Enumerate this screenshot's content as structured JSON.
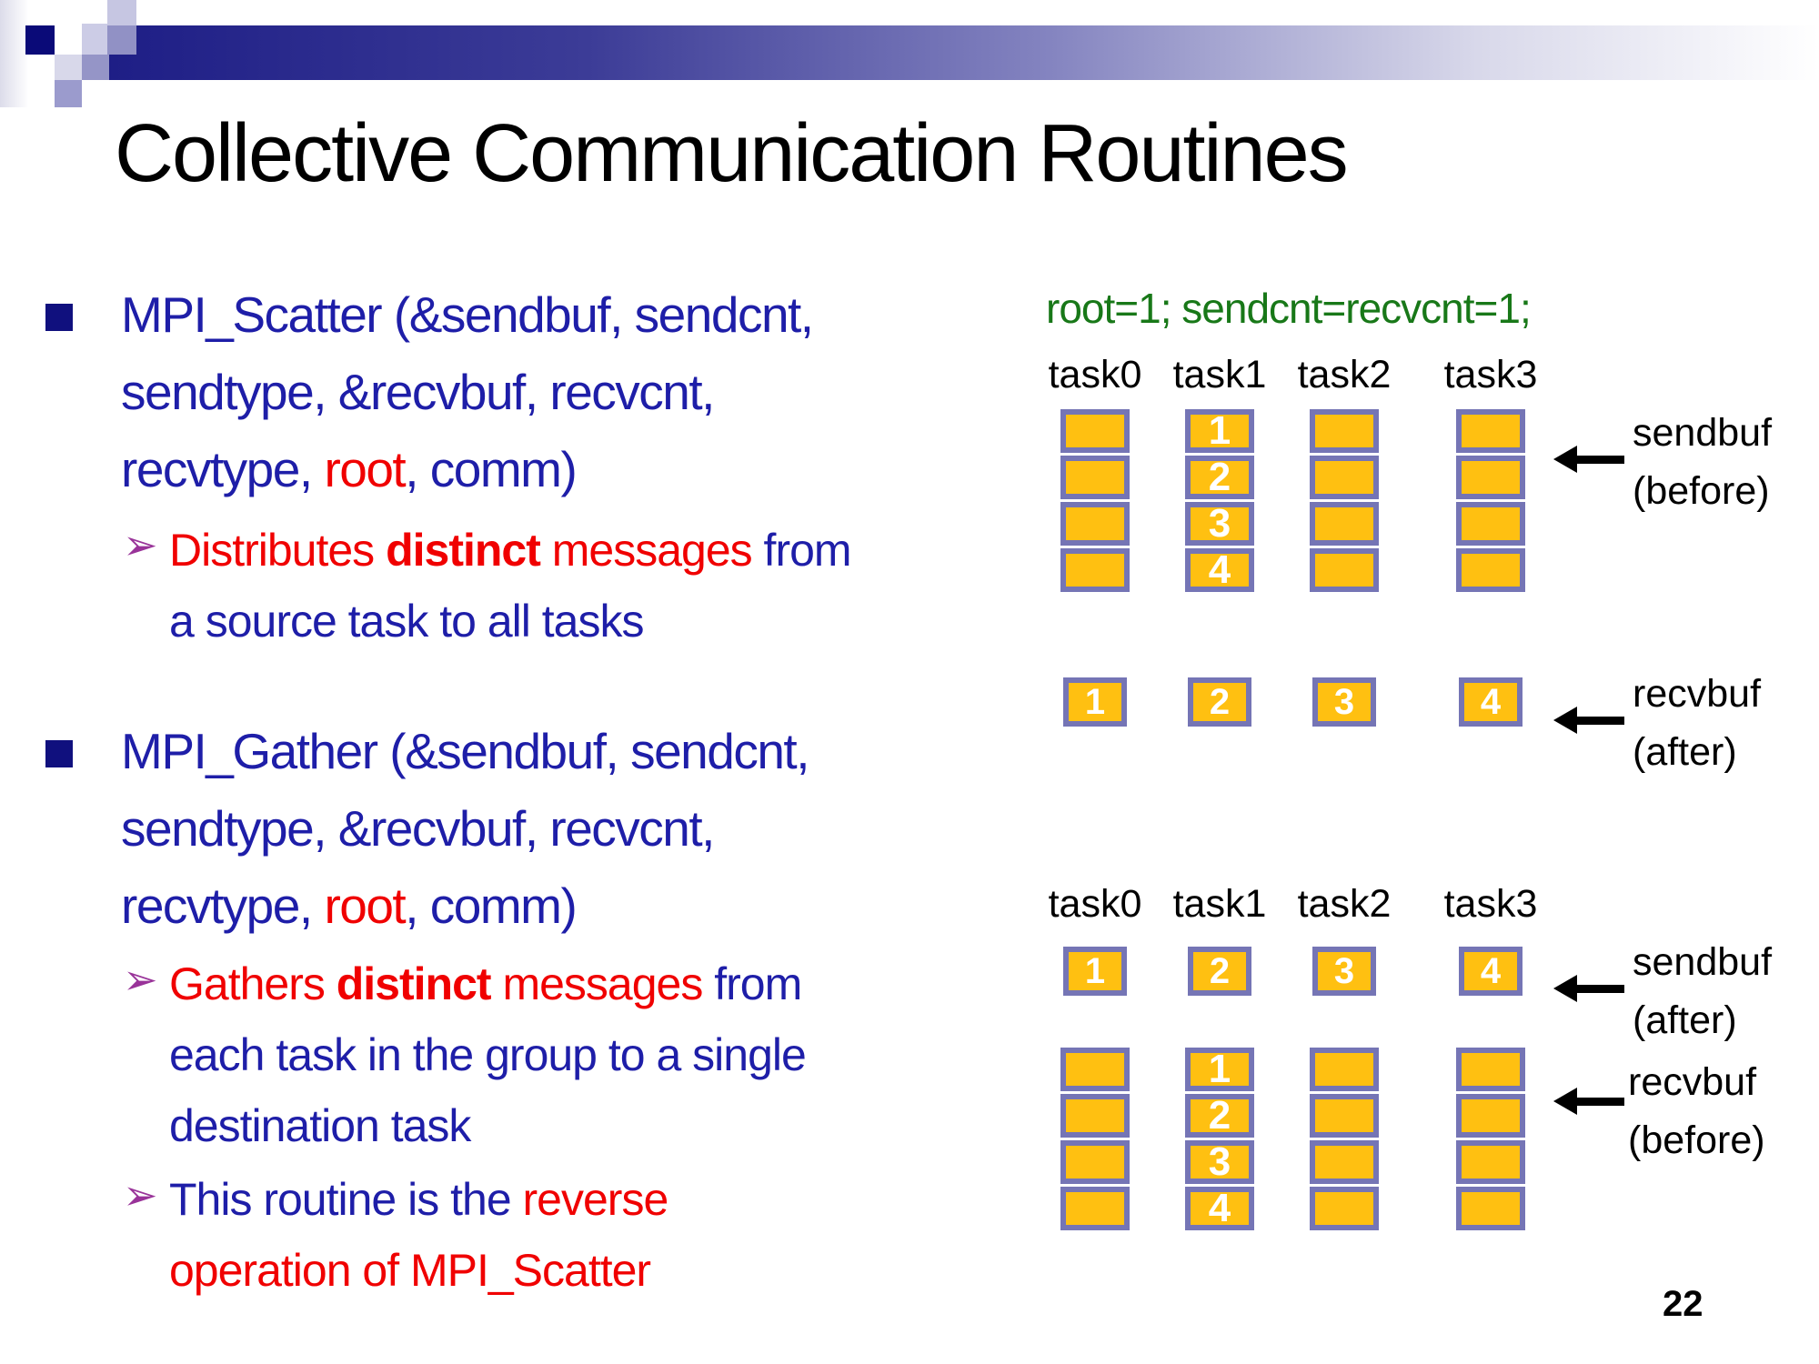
{
  "colors": {
    "blue": "#1E1EA8",
    "red": "#F00000",
    "green": "#187818",
    "purple": "#993399",
    "navy": "#10107E",
    "orange": "#FFC011",
    "cell_border": "#7575B5",
    "black": "#000000"
  },
  "icons": {
    "arrow_bullet": "➢"
  },
  "slide": {
    "title": "Collective Communication Routines",
    "page_number": "22"
  },
  "content": {
    "items": [
      {
        "id": "scatter-def",
        "bullet": "square",
        "lines": [
          [
            {
              "t": "MPI_Scatter (&sendbuf, sendcnt,",
              "c": "blue"
            }
          ],
          [
            {
              "t": "sendtype, &recvbuf, recvcnt,",
              "c": "blue"
            }
          ],
          [
            {
              "t": "recvtype, ",
              "c": "blue"
            },
            {
              "t": "root",
              "c": "red"
            },
            {
              "t": ", comm)",
              "c": "blue"
            }
          ]
        ]
      },
      {
        "id": "scatter-desc",
        "bullet": "arrow",
        "lines": [
          [
            {
              "t": "Distributes ",
              "c": "red"
            },
            {
              "t": "distinct",
              "c": "red",
              "b": true
            },
            {
              "t": " messages ",
              "c": "red"
            },
            {
              "t": "from",
              "c": "blue"
            }
          ],
          [
            {
              "t": "a source task to all tasks",
              "c": "blue"
            }
          ]
        ]
      },
      {
        "id": "gather-def",
        "bullet": "square",
        "lines": [
          [
            {
              "t": "MPI_Gather (&sendbuf, sendcnt,",
              "c": "blue"
            }
          ],
          [
            {
              "t": "sendtype, &recvbuf, recvcnt,",
              "c": "blue"
            }
          ],
          [
            {
              "t": "recvtype, ",
              "c": "blue"
            },
            {
              "t": "root",
              "c": "red"
            },
            {
              "t": ", comm)",
              "c": "blue"
            }
          ]
        ]
      },
      {
        "id": "gather-desc",
        "bullet": "arrow",
        "lines": [
          [
            {
              "t": "Gathers ",
              "c": "red"
            },
            {
              "t": "distinct",
              "c": "red",
              "b": true
            },
            {
              "t": " messages ",
              "c": "red"
            },
            {
              "t": "from",
              "c": "blue"
            }
          ],
          [
            {
              "t": "each task in the group to a single",
              "c": "blue"
            }
          ],
          [
            {
              "t": "destination task",
              "c": "blue"
            }
          ]
        ]
      },
      {
        "id": "gather-note",
        "bullet": "arrow",
        "lines": [
          [
            {
              "t": "This routine is the ",
              "c": "blue"
            },
            {
              "t": "reverse",
              "c": "red"
            }
          ],
          [
            {
              "t": "operation of MPI_Scatter",
              "c": "red"
            }
          ]
        ]
      }
    ]
  },
  "diagram": {
    "code_line": "root=1; sendcnt=recvcnt=1;",
    "scatter": {
      "task_labels": [
        "task0",
        "task1",
        "task2",
        "task3"
      ],
      "sendbuf_grid_columns": [
        [
          "",
          "",
          "",
          ""
        ],
        [
          "1",
          "2",
          "3",
          "4"
        ],
        [
          "",
          "",
          "",
          ""
        ],
        [
          "",
          "",
          "",
          ""
        ]
      ],
      "recvbuf_row": [
        "1",
        "2",
        "3",
        "4"
      ],
      "sendbuf_label_lines": [
        "sendbuf",
        "(before)"
      ],
      "recvbuf_label_lines": [
        "recvbuf",
        "(after)"
      ]
    },
    "gather": {
      "task_labels": [
        "task0",
        "task1",
        "task2",
        "task3"
      ],
      "sendbuf_row": [
        "1",
        "2",
        "3",
        "4"
      ],
      "recvbuf_grid_columns": [
        [
          "",
          "",
          "",
          ""
        ],
        [
          "1",
          "2",
          "3",
          "4"
        ],
        [
          "",
          "",
          "",
          ""
        ],
        [
          "",
          "",
          "",
          ""
        ]
      ],
      "sendbuf_label_lines": [
        "sendbuf",
        "(after)"
      ],
      "recvbuf_label_lines": [
        "recvbuf",
        "(before)"
      ]
    }
  }
}
